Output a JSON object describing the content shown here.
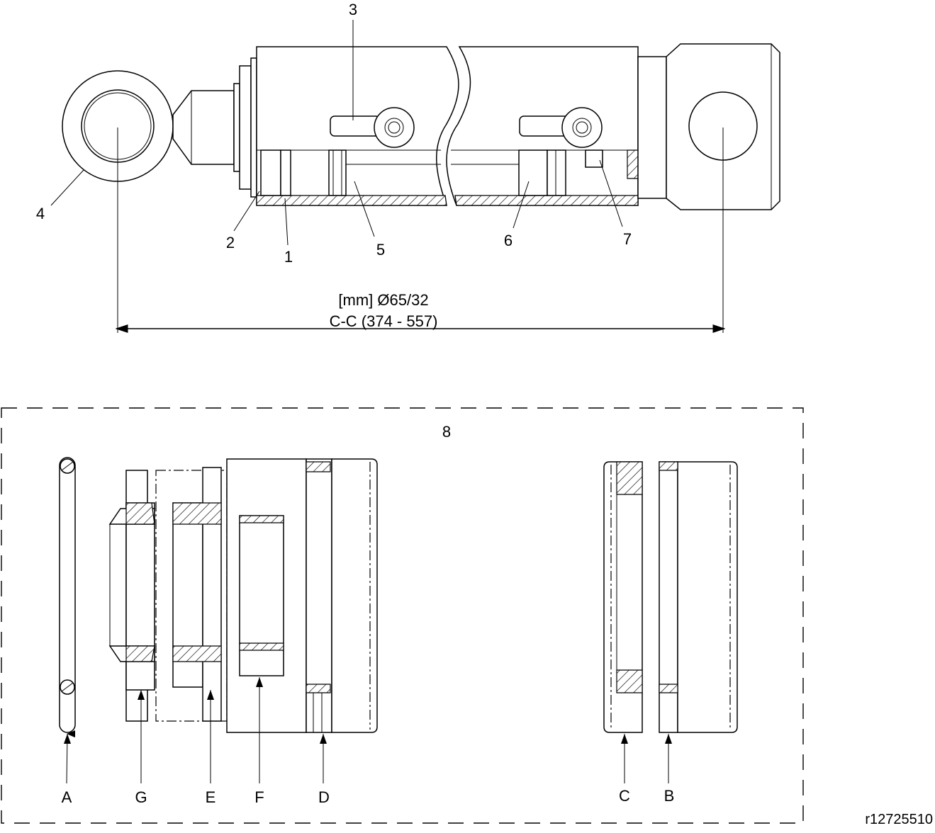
{
  "diagram": {
    "callouts": {
      "c1": "1",
      "c2": "2",
      "c3": "3",
      "c4": "4",
      "c5": "5",
      "c6": "6",
      "c7": "7",
      "c8": "8"
    },
    "dimension": {
      "line1": "[mm] Ø65/32",
      "line2": "C-C (374 - 557)"
    },
    "seal_kit_labels": {
      "A": "A",
      "G": "G",
      "E": "E",
      "F": "F",
      "D": "D",
      "C": "C",
      "B": "B"
    },
    "reference": "r12725510"
  }
}
